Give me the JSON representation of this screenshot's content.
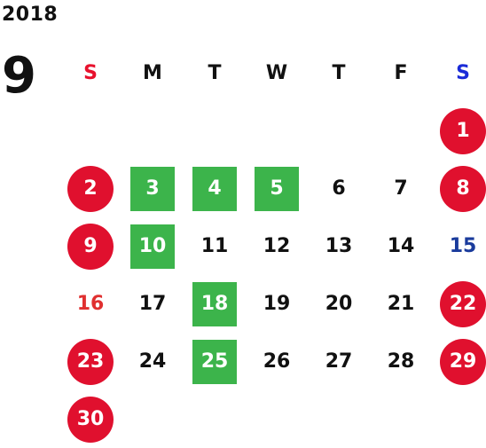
{
  "year": "2018",
  "month": "9",
  "weekdays": [
    "S",
    "M",
    "T",
    "W",
    "T",
    "F",
    "S"
  ],
  "colors": {
    "sunday_header": "#e8112d",
    "saturday_header": "#1a2bd8",
    "holiday_circle": "#e0102e",
    "highlight_box": "#3cb44b",
    "red_text": "#e03030",
    "blue_text": "#1a3b9c"
  },
  "days": [
    {
      "day": "1",
      "weekday": 6,
      "style": "red-circle"
    },
    {
      "day": "2",
      "weekday": 0,
      "style": "red-circle"
    },
    {
      "day": "3",
      "weekday": 1,
      "style": "green-box"
    },
    {
      "day": "4",
      "weekday": 2,
      "style": "green-box"
    },
    {
      "day": "5",
      "weekday": 3,
      "style": "green-box"
    },
    {
      "day": "6",
      "weekday": 4,
      "style": "plain"
    },
    {
      "day": "7",
      "weekday": 5,
      "style": "plain"
    },
    {
      "day": "8",
      "weekday": 6,
      "style": "red-circle"
    },
    {
      "day": "9",
      "weekday": 0,
      "style": "red-circle"
    },
    {
      "day": "10",
      "weekday": 1,
      "style": "green-box"
    },
    {
      "day": "11",
      "weekday": 2,
      "style": "plain"
    },
    {
      "day": "12",
      "weekday": 3,
      "style": "plain"
    },
    {
      "day": "13",
      "weekday": 4,
      "style": "plain"
    },
    {
      "day": "14",
      "weekday": 5,
      "style": "plain"
    },
    {
      "day": "15",
      "weekday": 6,
      "style": "blue-text"
    },
    {
      "day": "16",
      "weekday": 0,
      "style": "red-text"
    },
    {
      "day": "17",
      "weekday": 1,
      "style": "plain"
    },
    {
      "day": "18",
      "weekday": 2,
      "style": "green-box"
    },
    {
      "day": "19",
      "weekday": 3,
      "style": "plain"
    },
    {
      "day": "20",
      "weekday": 4,
      "style": "plain"
    },
    {
      "day": "21",
      "weekday": 5,
      "style": "plain"
    },
    {
      "day": "22",
      "weekday": 6,
      "style": "red-circle"
    },
    {
      "day": "23",
      "weekday": 0,
      "style": "red-circle"
    },
    {
      "day": "24",
      "weekday": 1,
      "style": "plain"
    },
    {
      "day": "25",
      "weekday": 2,
      "style": "green-box"
    },
    {
      "day": "26",
      "weekday": 3,
      "style": "plain"
    },
    {
      "day": "27",
      "weekday": 4,
      "style": "plain"
    },
    {
      "day": "28",
      "weekday": 5,
      "style": "plain"
    },
    {
      "day": "29",
      "weekday": 6,
      "style": "red-circle"
    },
    {
      "day": "30",
      "weekday": 0,
      "style": "red-circle"
    }
  ]
}
